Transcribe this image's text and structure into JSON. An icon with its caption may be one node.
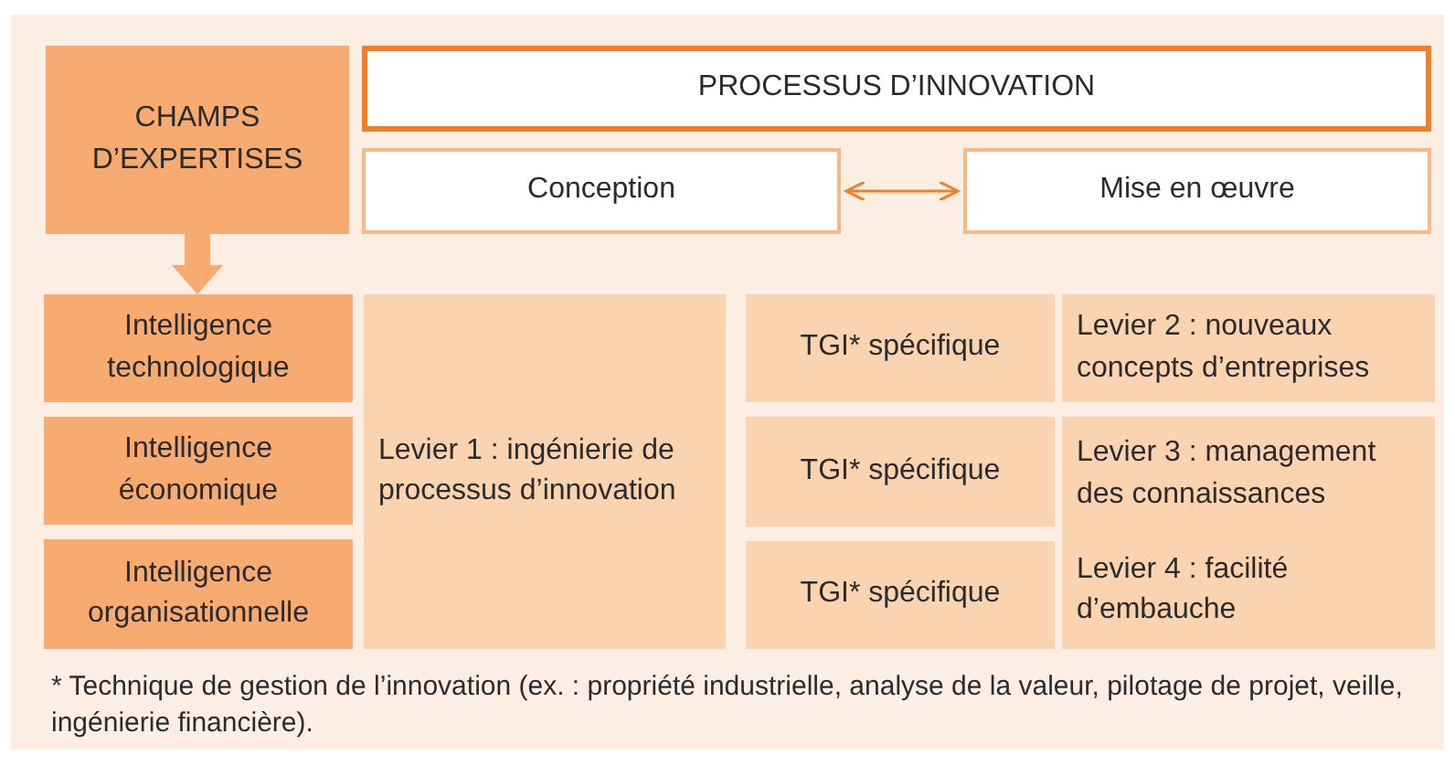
{
  "diagram": {
    "nodes": [
      {
        "text": [
          "CHAMPS D’EXPERTISES"
        ]
      },
      {
        "text": [
          "PROCESSUS D’INNOVATION"
        ]
      },
      {
        "text": [
          "Conception"
        ]
      },
      {
        "text": [
          "Mise en œuvre"
        ]
      },
      {
        "text": [
          "Intelligence technologique"
        ]
      },
      {
        "text": [
          "Intelligence économique"
        ]
      },
      {
        "text": [
          "Intelligence organisationnelle"
        ]
      },
      {
        "text": [
          "Levier 1 : ingénierie de processus d’innovation"
        ]
      },
      {
        "text": [
          "TGI* spécifique"
        ]
      },
      {
        "text": [
          "TGI* spécifique"
        ]
      },
      {
        "text": [
          "TGI* spécifique"
        ]
      },
      {
        "text": [
          "Levier 2 : nouveaux concepts d’entreprises"
        ]
      },
      {
        "text": [
          "Levier 3 : management des connaissances",
          "Levier 4 : facilité d’embauche"
        ]
      }
    ],
    "edges": [
      {
        "from": 0,
        "to": 4,
        "arrow": "to",
        "style": "thick",
        "color": "#f7ab70"
      },
      {
        "from": 2,
        "to": 3,
        "arrow": "both"
      }
    ],
    "labels": [
      "* Technique de gestion de l’innovation (ex. : propriété industrielle, analyse de la valeur, pilotage de projet, veille, ingénierie financière)."
    ]
  }
}
